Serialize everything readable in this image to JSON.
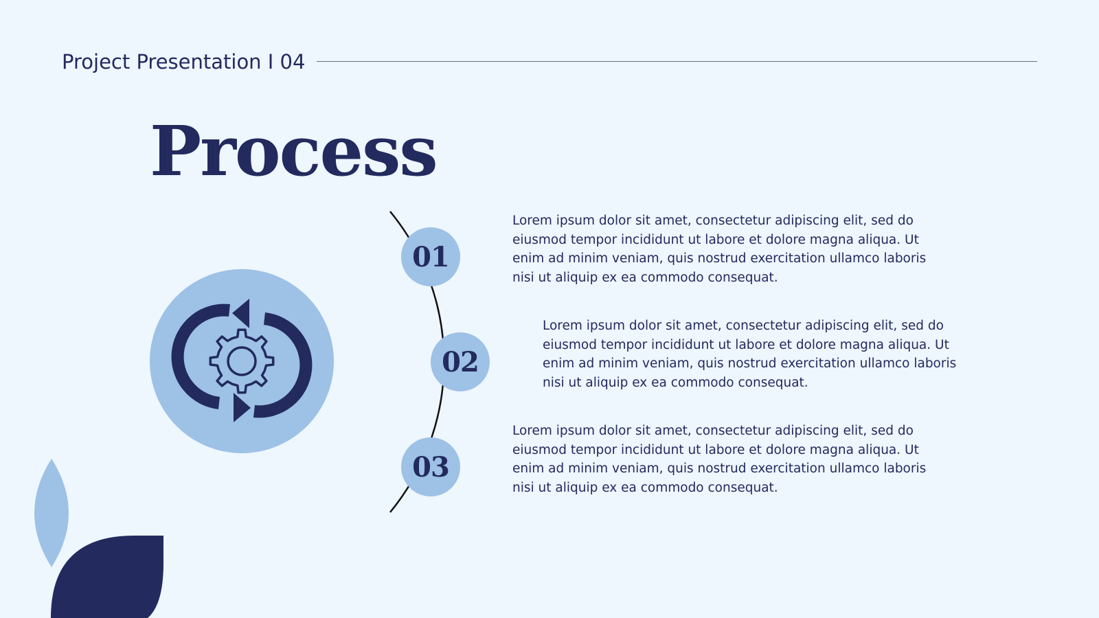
{
  "header": {
    "title": "Project Presentation I 04"
  },
  "main": {
    "title": "Process"
  },
  "steps": [
    {
      "number": "01",
      "text": "Lorem ipsum dolor sit amet, consectetur adipiscing elit, sed do eiusmod tempor incididunt ut labore et dolore magna aliqua. Ut enim ad minim veniam, quis nostrud exercitation ullamco laboris nisi ut aliquip ex ea commodo consequat."
    },
    {
      "number": "02",
      "text": "Lorem ipsum dolor sit amet, consectetur adipiscing elit, sed do eiusmod tempor incididunt ut labore et dolore magna aliqua. Ut enim ad minim veniam, quis nostrud exercitation ullamco laboris nisi ut aliquip ex ea commodo consequat."
    },
    {
      "number": "03",
      "text": "Lorem ipsum dolor sit amet, consectetur adipiscing elit, sed do eiusmod tempor incididunt ut labore et dolore magna aliqua. Ut enim ad minim veniam, quis nostrud exercitation ullamco laboris nisi ut aliquip ex ea commodo consequat."
    }
  ],
  "icons": {
    "main": "gear-refresh-icon"
  },
  "colors": {
    "background": "#eef6fe",
    "navy": "#222a5e",
    "light_blue": "#9ec1e6"
  }
}
